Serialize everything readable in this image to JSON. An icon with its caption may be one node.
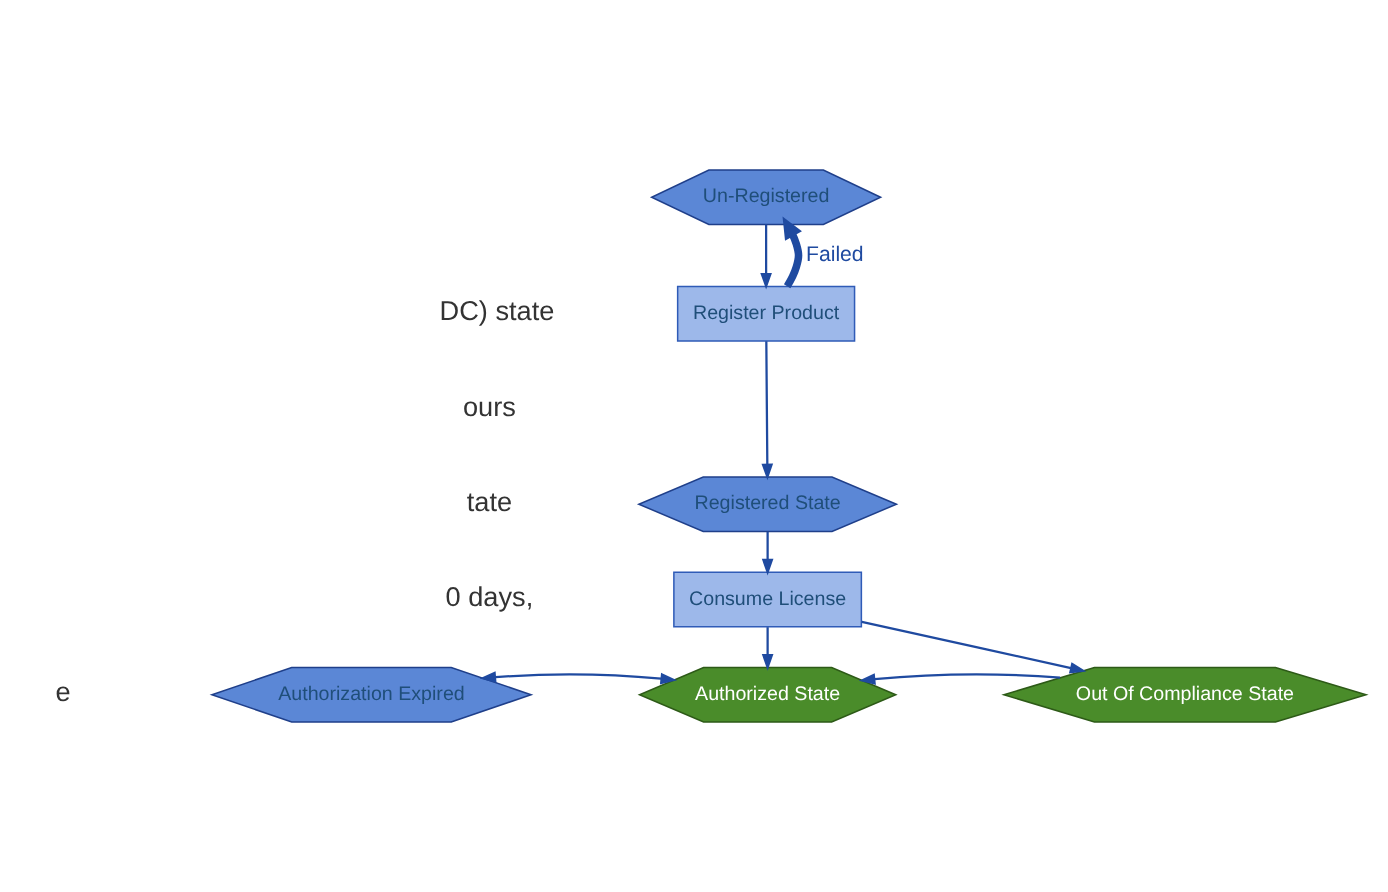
{
  "diagram": {
    "nodes": [
      {
        "text": [
          "Un-Registered"
        ]
      },
      {
        "text": [
          "Register Product"
        ]
      },
      {
        "text": [
          "Registered State"
        ]
      },
      {
        "text": [
          "Consume License"
        ]
      },
      {
        "text": [
          "Authorization Expired"
        ]
      },
      {
        "text": [
          "Authorized State"
        ]
      },
      {
        "text": [
          "Out Of Compliance State"
        ]
      }
    ],
    "edges": [
      {
        "from": 0,
        "to": 1,
        "arrow": "to"
      },
      {
        "from": 1,
        "to": 0,
        "arrow": "to",
        "label": "Failed",
        "style": "thick"
      },
      {
        "from": 1,
        "to": 2,
        "arrow": "to"
      },
      {
        "from": 2,
        "to": 3,
        "arrow": "to"
      },
      {
        "from": 3,
        "to": 5,
        "arrow": "to"
      },
      {
        "from": 3,
        "to": 6,
        "arrow": "to"
      },
      {
        "from": 4,
        "to": 5,
        "arrow": "both"
      },
      {
        "from": 6,
        "to": 5,
        "arrow": "to"
      }
    ],
    "labels": [
      "DC) state",
      "ours",
      "tate",
      "0 days,",
      "e"
    ]
  }
}
